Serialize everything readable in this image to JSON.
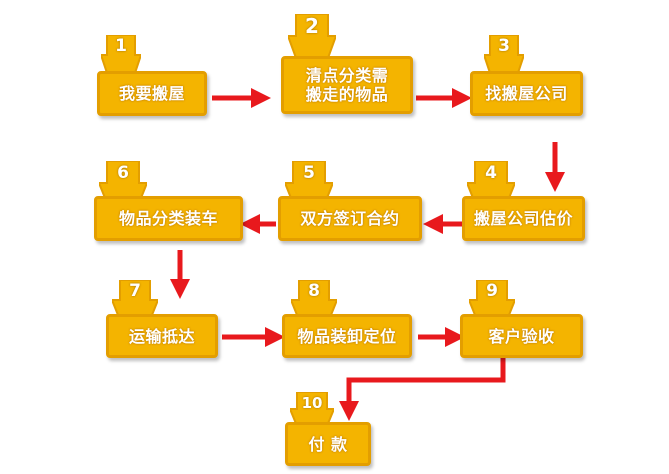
{
  "colors": {
    "box_fill": "#f4b400",
    "box_border": "#e39e00",
    "arrow": "#e8191d",
    "text": "#ffffff"
  },
  "steps": [
    {
      "num": "1",
      "label": "我要搬屋"
    },
    {
      "num": "2",
      "label_line1": "清点分类需",
      "label_line2": "搬走的物品"
    },
    {
      "num": "3",
      "label": "找搬屋公司"
    },
    {
      "num": "4",
      "label": "搬屋公司估价"
    },
    {
      "num": "5",
      "label": "双方签订合约"
    },
    {
      "num": "6",
      "label": "物品分类装车"
    },
    {
      "num": "7",
      "label": "运输抵达"
    },
    {
      "num": "8",
      "label": "物品装卸定位"
    },
    {
      "num": "9",
      "label": "客户验收"
    },
    {
      "num": "10",
      "label": "付 款"
    }
  ]
}
